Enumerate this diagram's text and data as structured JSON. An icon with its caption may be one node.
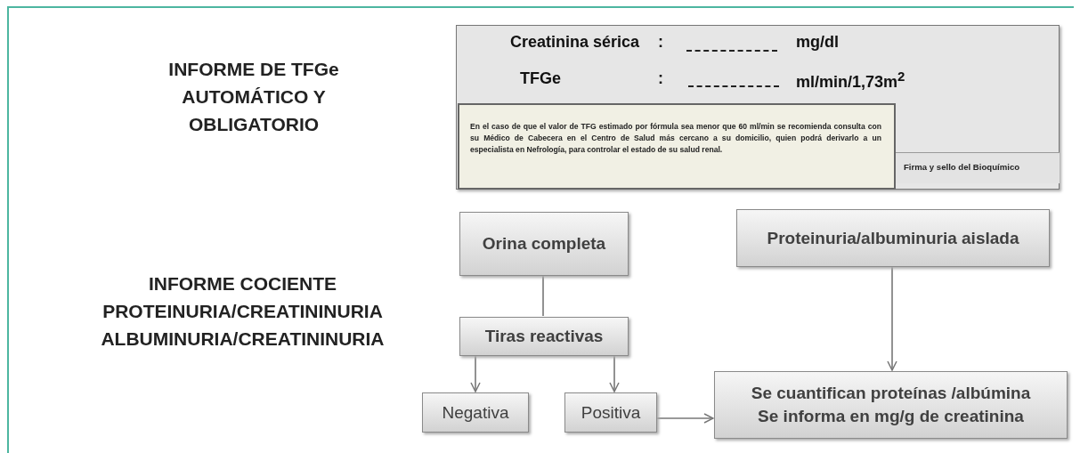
{
  "diagram": {
    "nodes": [
      {
        "text": [
          "Creatinina sérica",
          ":",
          "mg/dl",
          "TFGe",
          ":",
          "ml/min/1,73m$^{2}$"
        ]
      },
      {
        "text": [
          "En el caso de que el valor de TFG estimado por fórmula sea menor que 60 ml/min se recomienda consulta con su Médico de Cabecera en el Centro de Salud más cercano a su domicilio, quien podrá derivarlo a un especialista en Nefrología, para controlar el estado de su salud renal."
        ],
        "in": 0
      },
      {
        "text": [
          "Firma y sello del Bioquímico"
        ],
        "in": 0
      },
      {
        "text": [
          "Orina completa"
        ]
      },
      {
        "text": [
          "Tiras reactivas"
        ]
      },
      {
        "text": [
          "Negativa"
        ]
      },
      {
        "text": [
          "Positiva"
        ]
      },
      {
        "text": [
          "Proteinuria/albuminuria aislada"
        ]
      },
      {
        "text": [
          "Se cuantifican proteínas /albúmina",
          "Se informa en mg/g de creatinina"
        ]
      }
    ],
    "edges": [
      {
        "from": 3,
        "to": 4,
        "arrow": "none"
      },
      {
        "from": 4,
        "to": 5,
        "arrow": "to"
      },
      {
        "from": 4,
        "to": 6,
        "arrow": "to"
      },
      {
        "from": 7,
        "to": 8,
        "arrow": "to"
      },
      {
        "from": 6,
        "to": 8,
        "arrow": "to"
      }
    ],
    "labels": [
      "INFORME DE TFGe AUTOMÁTICO Y OBLIGATORIO",
      "INFORME COCIENTE PROTEINURIA/CREATININURIA ALBUMINURIA/CREATININURIA"
    ]
  }
}
